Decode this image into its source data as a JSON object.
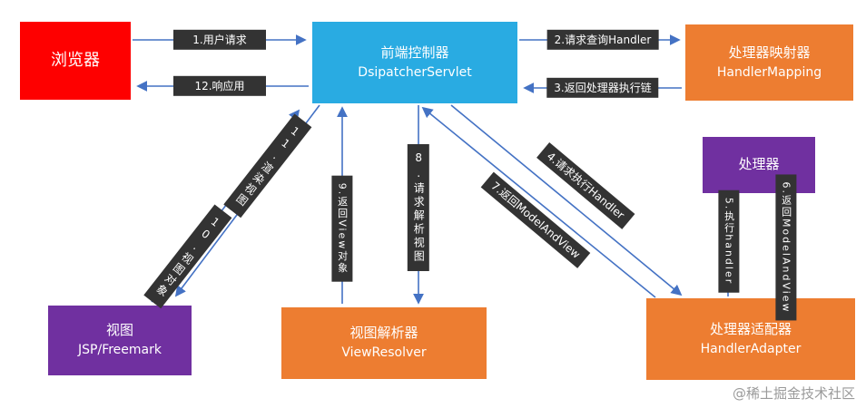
{
  "nodes": {
    "browser": {
      "title": "浏览器"
    },
    "dispatcher": {
      "title": "前端控制器",
      "subtitle": "DsipatcherServlet"
    },
    "handler_mapping": {
      "title": "处理器映射器",
      "subtitle": "HandlerMapping"
    },
    "handler": {
      "title": "处理器"
    },
    "view": {
      "title": "视图",
      "subtitle": "JSP/Freemark"
    },
    "view_resolver": {
      "title": "视图解析器",
      "subtitle": "ViewResolver"
    },
    "handler_adapter": {
      "title": "处理器适配器",
      "subtitle": "HandlerAdapter"
    }
  },
  "steps": {
    "s1": "1.用户请求",
    "s2": "2.请求查询Handler",
    "s3": "3.返回处理器执行链",
    "s4": "4.请求执行Handler",
    "s5": "5.执行handler",
    "s6": "6.返回ModelAndView",
    "s7": "7.返回ModelAndView",
    "s8": "8.请求解析视图",
    "s9": "9.返回View对象",
    "s10": "10.视图对象",
    "s11": "11.渲染视图",
    "s12": "12.响应用"
  },
  "colors": {
    "browser_red": "#fe0000",
    "dispatcher_cyan": "#29abe2",
    "orange": "#ed7d31",
    "purple": "#7030a0",
    "step_bg": "#333333",
    "arrow_blue": "#4472c4",
    "watermark_gray": "#9a9a9a"
  },
  "watermark": "@稀土掘金技术社区"
}
